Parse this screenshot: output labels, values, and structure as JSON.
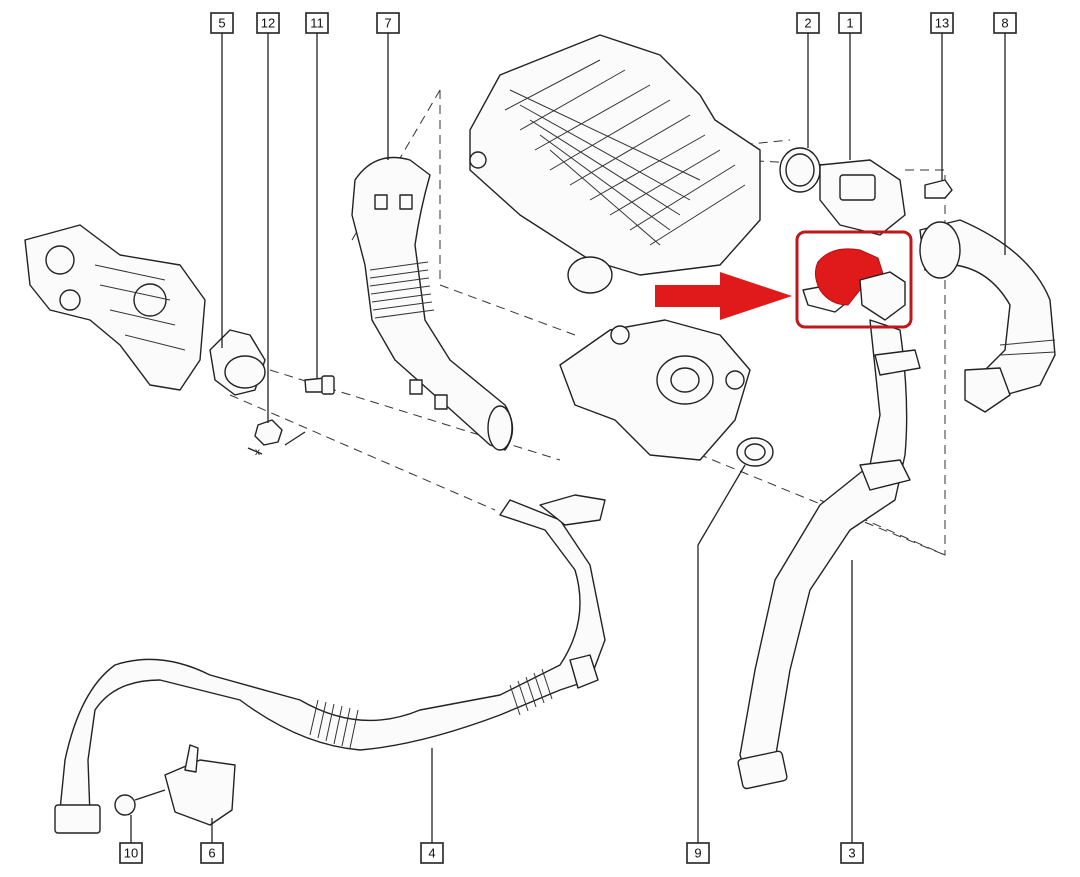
{
  "labels": [
    {
      "id": "5",
      "text": "5"
    },
    {
      "id": "12",
      "text": "12"
    },
    {
      "id": "11",
      "text": "11"
    },
    {
      "id": "7",
      "text": "7"
    },
    {
      "id": "2",
      "text": "2"
    },
    {
      "id": "1",
      "text": "1"
    },
    {
      "id": "13",
      "text": "13"
    },
    {
      "id": "8",
      "text": "8"
    },
    {
      "id": "10",
      "text": "10"
    },
    {
      "id": "6",
      "text": "6"
    },
    {
      "id": "4",
      "text": "4"
    },
    {
      "id": "9",
      "text": "9"
    },
    {
      "id": "3",
      "text": "3"
    }
  ],
  "axis_mark": "x",
  "colors": {
    "highlight": "#e0191b",
    "arrow": "#e0191b",
    "line": "#222222"
  }
}
